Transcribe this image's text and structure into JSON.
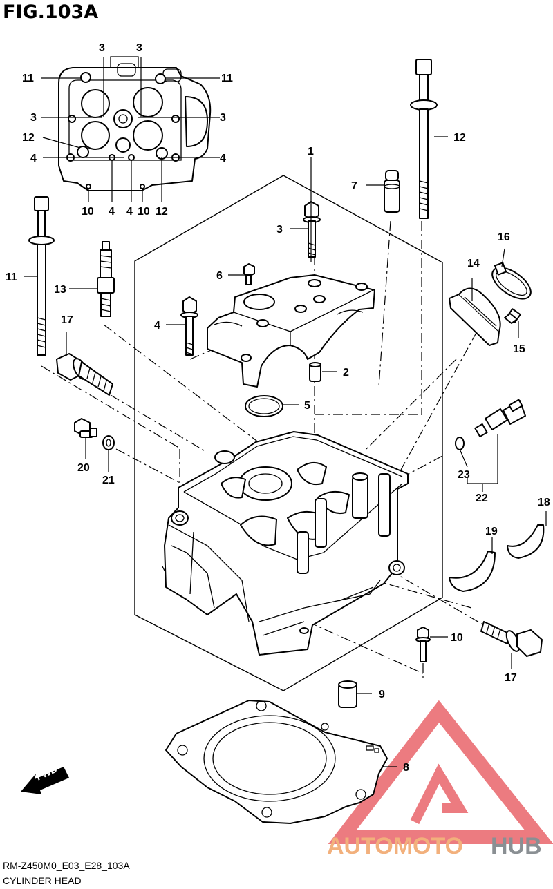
{
  "figure_title": "FIG.103A",
  "footer": {
    "model_code": "RM-Z450M0_E03_E28_103A",
    "section_name": "CYLINDER HEAD"
  },
  "direction_arrow": {
    "label": "FWD"
  },
  "watermark": {
    "brand_part1": "AUTOMOTO",
    "brand_part2": "HUB",
    "colors": {
      "triangle": "#e9646a",
      "auto_text": "#f2b07c",
      "hub_text": "#8a8f93"
    }
  },
  "inset_callouts": {
    "c3_top_left": "3",
    "c3_top_right": "3",
    "c11_left": "11",
    "c11_right": "11",
    "c3_mid_left": "3",
    "c3_mid_right": "3",
    "c12_left": "12",
    "c4_left": "4",
    "c4_right": "4",
    "c10_bottom_left": "10",
    "c4_bottom_a": "4",
    "c4_bottom_b": "4",
    "c10_bottom_right": "10",
    "c12_bottom": "12"
  },
  "callouts": {
    "c1": "1",
    "c2": "2",
    "c3": "3",
    "c4": "4",
    "c5": "5",
    "c6": "6",
    "c7": "7",
    "c8": "8",
    "c9": "9",
    "c10": "10",
    "c11": "11",
    "c12": "12",
    "c13": "13",
    "c14": "14",
    "c15": "15",
    "c16": "16",
    "c17_upper": "17",
    "c17_lower": "17",
    "c18": "18",
    "c19": "19",
    "c20": "20",
    "c21": "21",
    "c22": "22",
    "c23": "23"
  }
}
